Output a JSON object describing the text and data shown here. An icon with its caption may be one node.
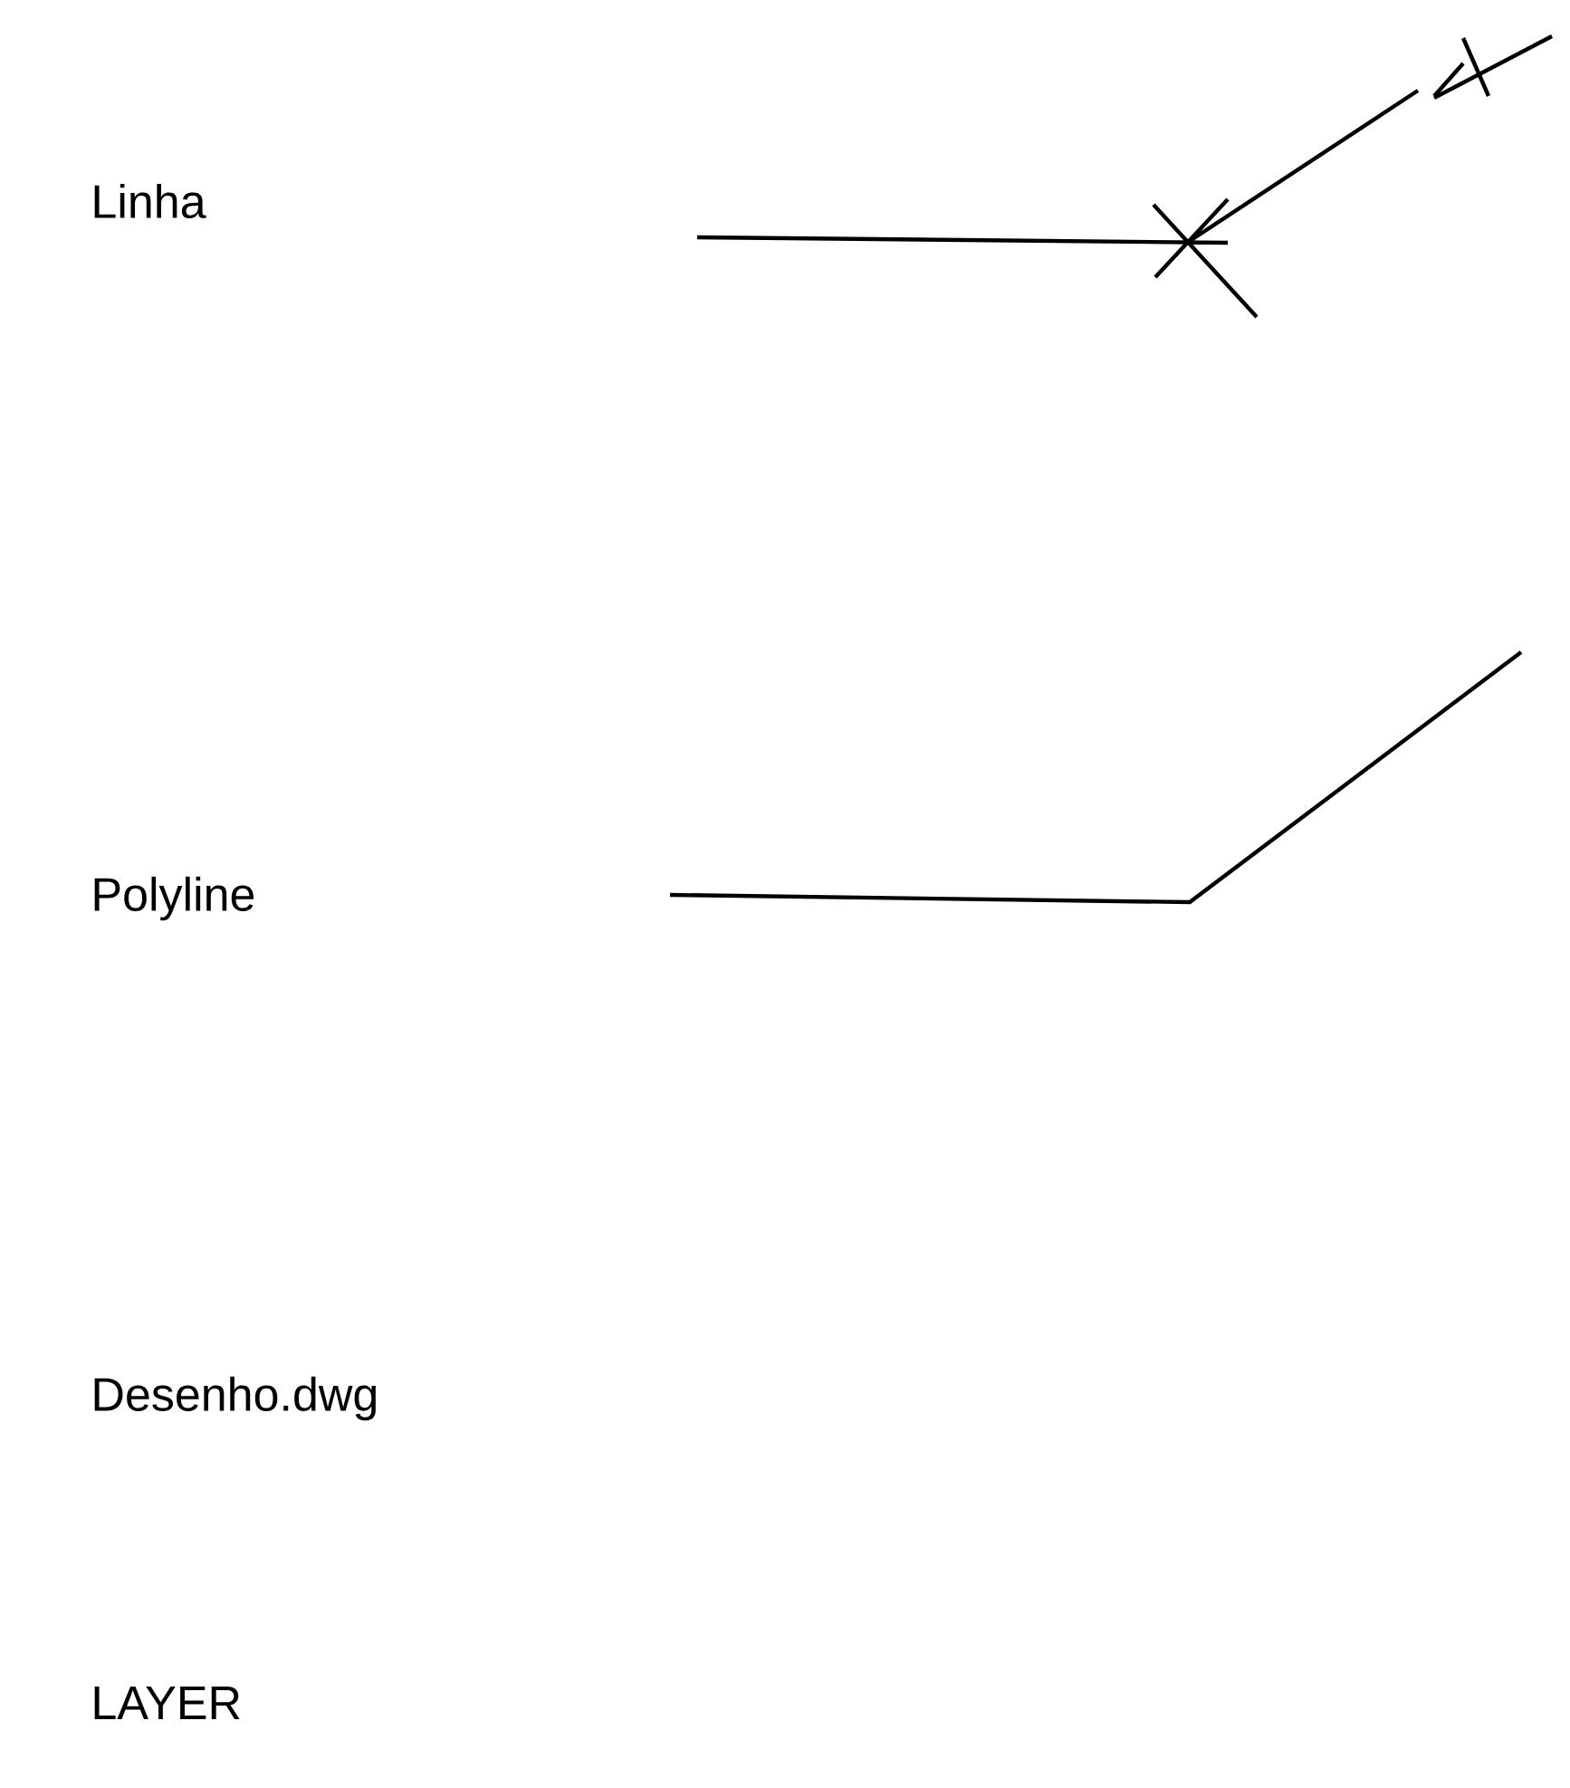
{
  "diagram": {
    "labels": [
      "Linha",
      "Polyline",
      "Desenho.dwg",
      "LAYER"
    ]
  }
}
